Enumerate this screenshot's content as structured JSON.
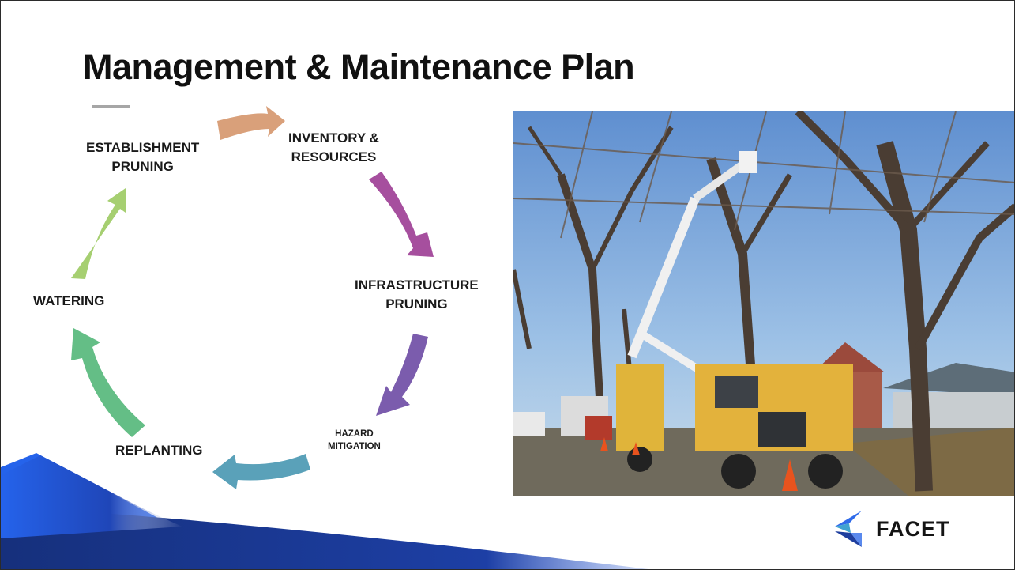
{
  "slide": {
    "title": "Management & Maintenance Plan"
  },
  "cycle": {
    "steps": [
      {
        "lines": [
          "INVENTORY &",
          "RESOURCES"
        ],
        "color": "#d9a07a"
      },
      {
        "lines": [
          "INFRASTRUCTURE",
          "PRUNING"
        ],
        "color": "#a64f9e"
      },
      {
        "lines": [
          "HAZARD",
          "MITIGATION"
        ],
        "color": "#7b5cad"
      },
      {
        "lines": [
          "REPLANTING"
        ],
        "color": "#5aa1b9"
      },
      {
        "lines": [
          "WATERING"
        ],
        "color": "#64be86"
      },
      {
        "lines": [
          "ESTABLISHMENT",
          "PRUNING"
        ],
        "color": "#a6cf71"
      }
    ]
  },
  "photo": {
    "icon": "bucket-truck-tree-pruning-photo"
  },
  "brand": {
    "name": "FACET",
    "icon": "facet-logo-icon",
    "logo_colors": [
      "#2f6bea",
      "#3fa3d1",
      "#1e3e9e"
    ]
  },
  "decor": {
    "wave_colors": [
      "#2563eb",
      "#1d3fa5",
      "#162f7a"
    ]
  }
}
